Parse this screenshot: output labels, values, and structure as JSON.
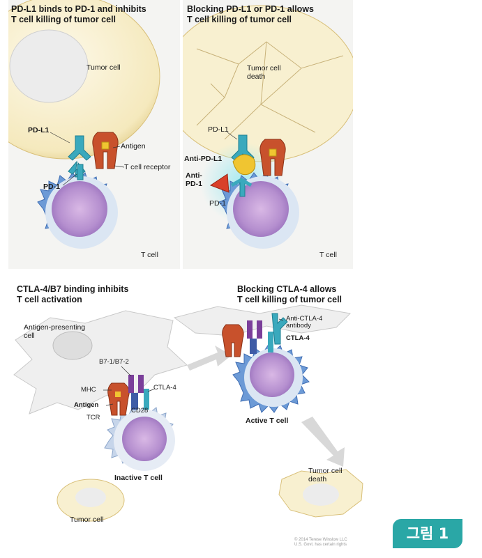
{
  "panel1": {
    "title_line1": "PD-L1 binds to PD-1 and inhibits",
    "title_line2": "T cell killing of tumor cell",
    "tumor_cell": "Tumor cell",
    "pd_l1": "PD-L1",
    "antigen": "Antigen",
    "t_cell_receptor": "T cell receptor",
    "pd_1": "PD-1",
    "t_cell": "T cell"
  },
  "panel2": {
    "title_line1": "Blocking PD-L1 or PD-1 allows",
    "title_line2": "T cell killing of tumor cell",
    "tumor_death_line1": "Tumor cell",
    "tumor_death_line2": "death",
    "pd_l1": "PD-L1",
    "anti_pd_l1": "Anti-PD-L1",
    "anti_pd_1_line1": "Anti-",
    "anti_pd_1_line2": "PD-1",
    "pd_1": "PD-1",
    "t_cell": "T cell"
  },
  "panel3": {
    "left_title_line1": "CTLA-4/B7 binding inhibits",
    "left_title_line2": "T cell activation",
    "right_title_line1": "Blocking CTLA-4 allows",
    "right_title_line2": "T cell killing of tumor cell",
    "apc_line1": "Antigen-presenting",
    "apc_line2": "cell",
    "b7": "B7-1/B7-2",
    "mhc": "MHC",
    "ctla4": "CTLA-4",
    "antigen": "Antigen",
    "cd28": "CD28",
    "tcr": "TCR",
    "inactive_t_cell": "Inactive T cell",
    "anti_ctla4_line1": "Anti-CTLA-4",
    "anti_ctla4_line2": "antibody",
    "ctla4_right": "CTLA-4",
    "active_t_cell": "Active T cell",
    "tumor_death_line1": "Tumor cell",
    "tumor_death_line2": "death",
    "tumor_cell": "Tumor cell",
    "copyright_line1": "© 2014 Terese Winslow LLC",
    "copyright_line2": "U.S. Govt. has certain rights"
  },
  "badge": "그림 1",
  "colors": {
    "teal": "#2aa7a6",
    "tcell_blue": "#6c9ad6",
    "tcell_nucleus": "#b58fcf",
    "tumor_yellow": "#f6ecc4",
    "receptor_orange": "#c8512c",
    "antibody_yellow": "#f0c531",
    "anti_pd1_red": "#d9402a",
    "pd_teal": "#3aa9bd",
    "ctla4_purple": "#7b3f9a"
  }
}
